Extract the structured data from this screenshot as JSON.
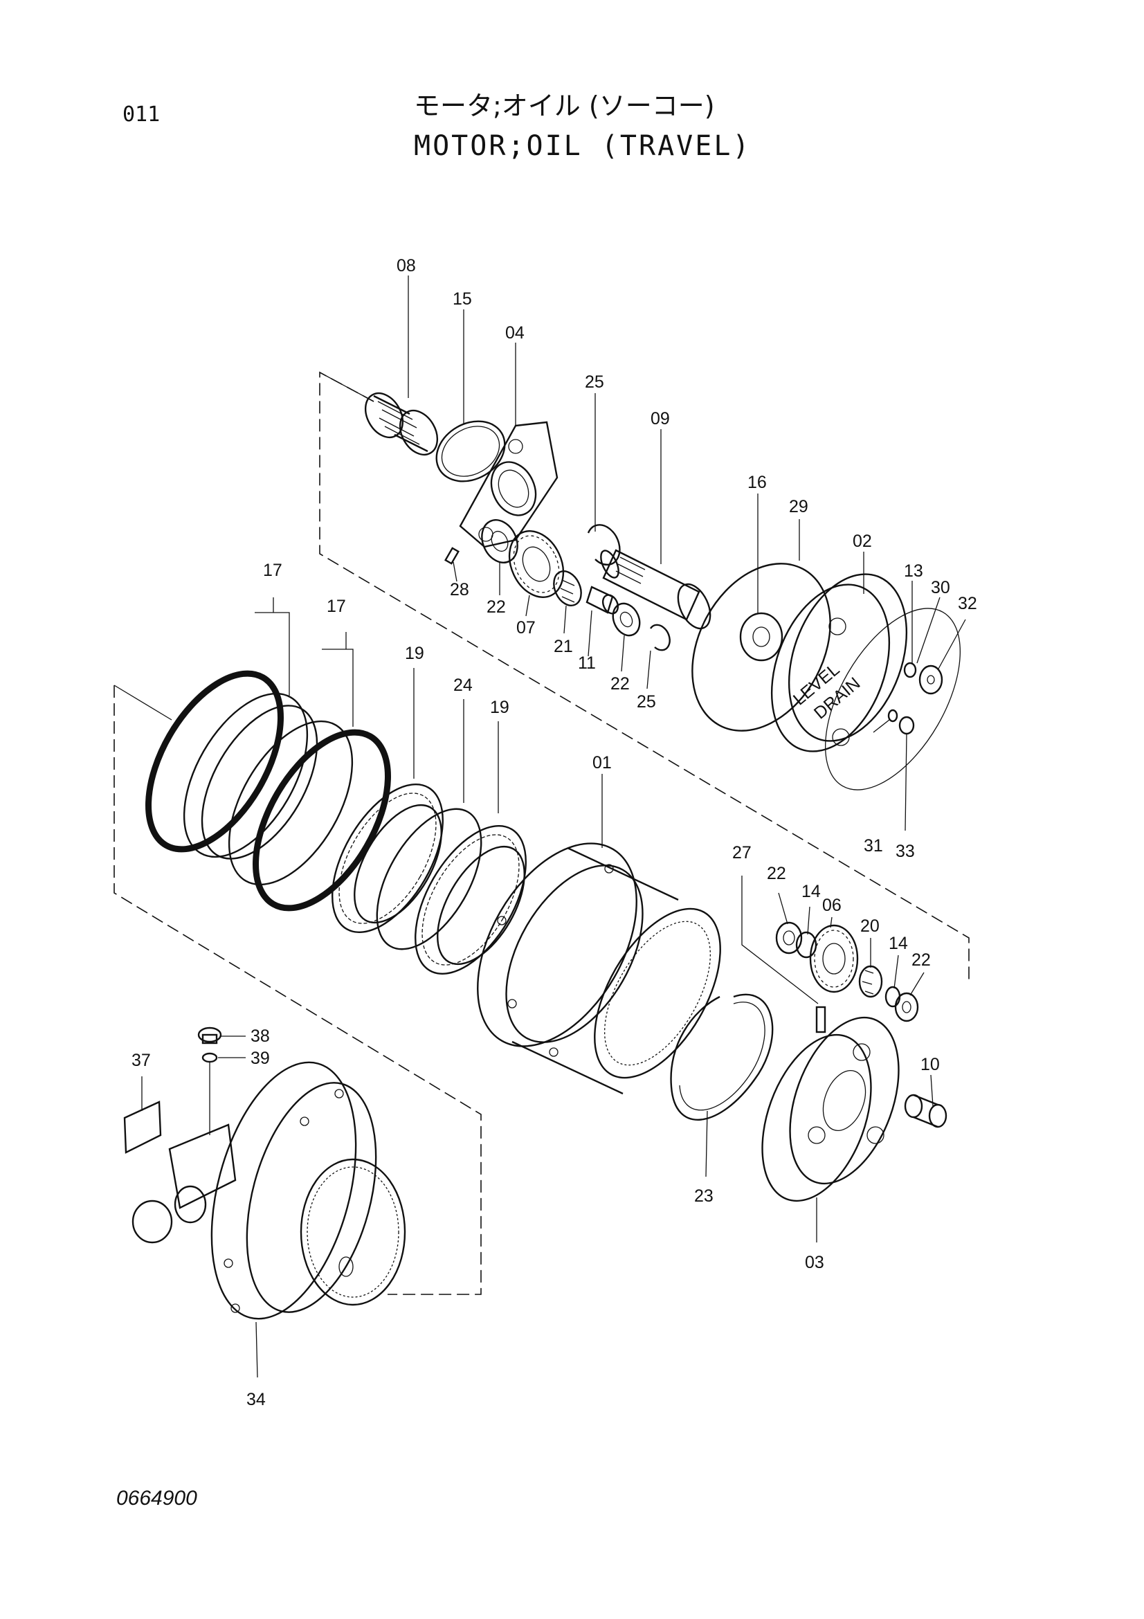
{
  "header": {
    "page_number": "011",
    "title_jp": "モータ;オイル (ソーコー)",
    "title_en": "MOTOR;OIL (TRAVEL)"
  },
  "footer": {
    "drawing_number": "0664900"
  },
  "callouts": [
    "08",
    "15",
    "04",
    "25",
    "09",
    "16",
    "29",
    "02",
    "13",
    "30",
    "32",
    "28",
    "22",
    "07",
    "21",
    "11",
    "22",
    "25",
    "17",
    "17",
    "19",
    "24",
    "19",
    "01",
    "31",
    "33",
    "27",
    "22",
    "14",
    "06",
    "20",
    "14",
    "22",
    "10",
    "38",
    "39",
    "37",
    "23",
    "03",
    "34"
  ],
  "part_marks": {
    "level_label": "LEVEL",
    "drain_label": "DRAIN"
  }
}
